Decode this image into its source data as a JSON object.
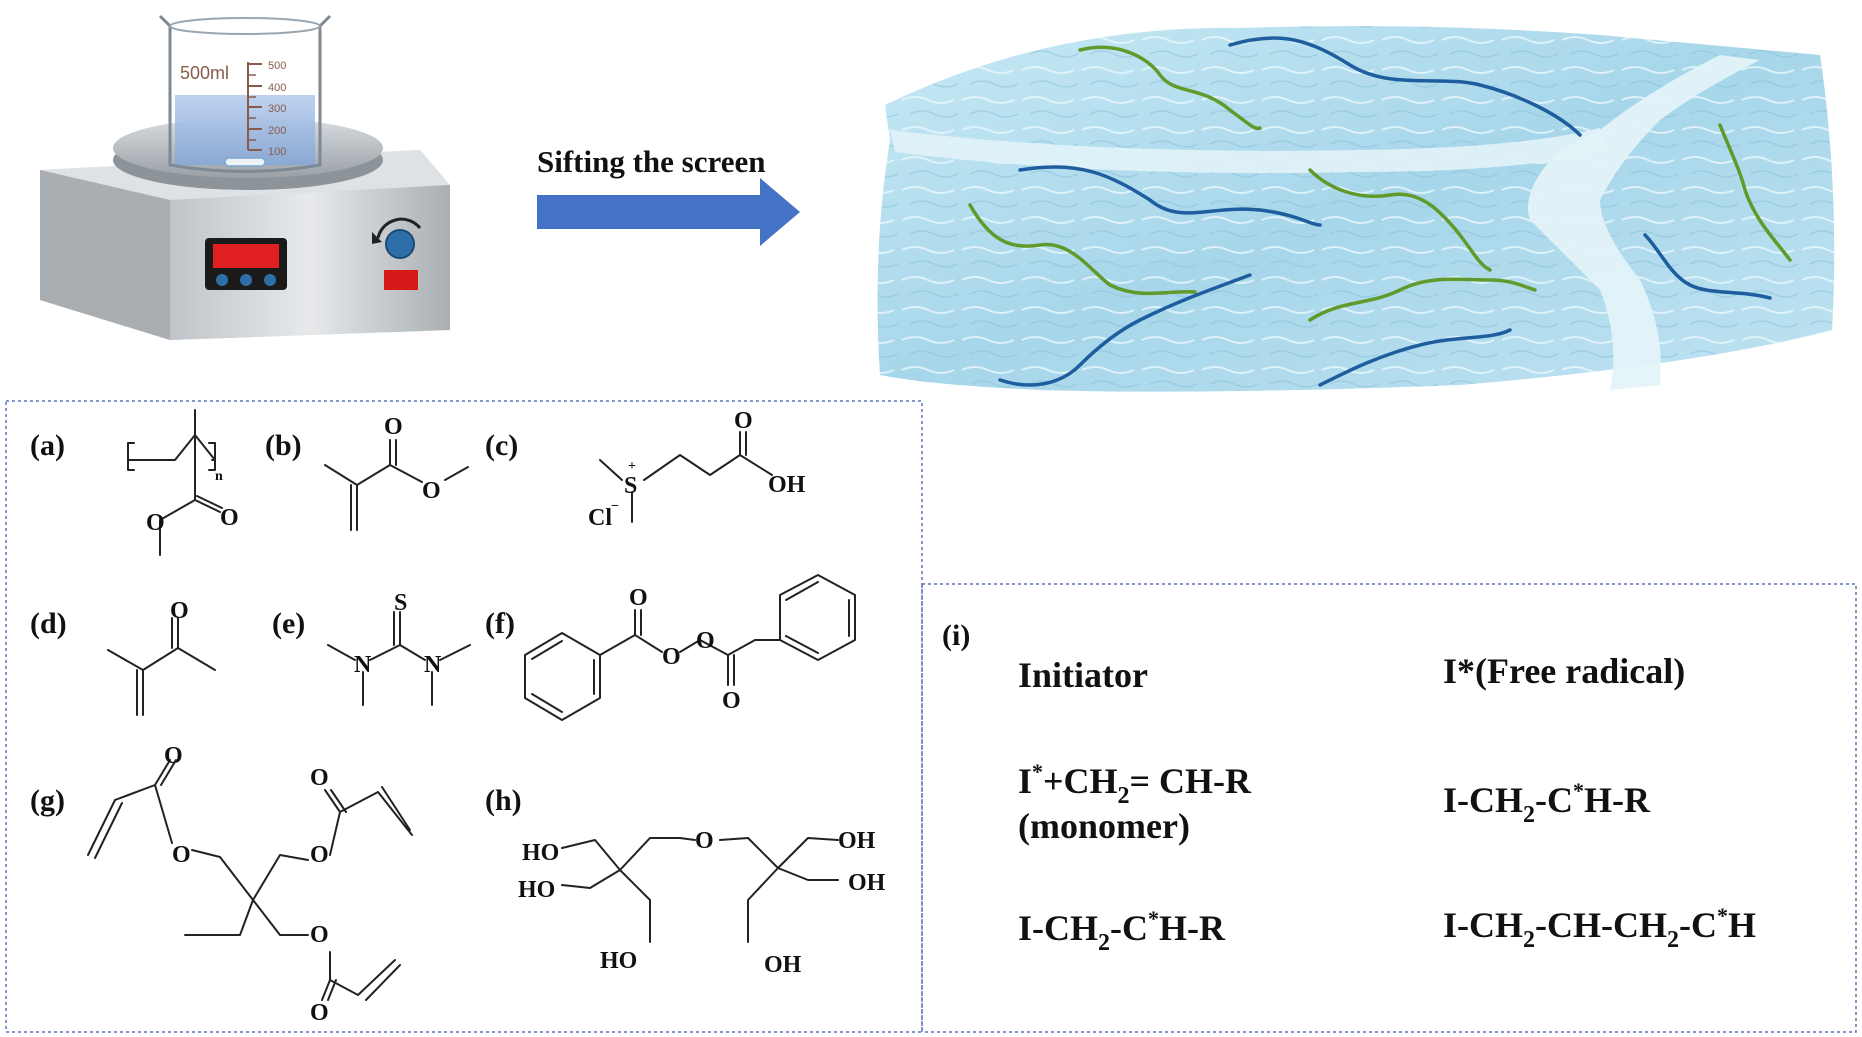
{
  "arrow_label": "Sifting the screen",
  "beaker": {
    "volume_label": "500ml",
    "scale_marks": [
      "500",
      "400",
      "300",
      "200",
      "100"
    ]
  },
  "structures": {
    "a": {
      "label": "(a)",
      "atoms": {
        "n": "n",
        "o1": "O",
        "o2": "O"
      }
    },
    "b": {
      "label": "(b)",
      "atoms": {
        "o1": "O",
        "o2": "O"
      }
    },
    "c": {
      "label": "(c)",
      "atoms": {
        "o": "O",
        "oh": "OH",
        "s": "S",
        "plus": "+",
        "cl": "Cl",
        "minus": "−"
      }
    },
    "d": {
      "label": "(d)",
      "atoms": {
        "o": "O"
      }
    },
    "e": {
      "label": "(e)",
      "atoms": {
        "s": "S",
        "n1": "N",
        "n2": "N"
      }
    },
    "f": {
      "label": "(f)",
      "atoms": {
        "o1": "O",
        "o2": "O",
        "o3": "O",
        "o4": "O"
      }
    },
    "g": {
      "label": "(g)",
      "atoms": {
        "o1": "O",
        "o2": "O",
        "o3": "O",
        "o4": "O",
        "o5": "O",
        "o6": "O"
      }
    },
    "h": {
      "label": "(h)",
      "atoms": {
        "ho1": "HO",
        "ho2": "HO",
        "ho3": "HO",
        "o": "O",
        "oh1": "OH",
        "oh2": "OH",
        "oh3": "OH"
      }
    }
  },
  "reaction": {
    "label": "(i)",
    "row1": {
      "left": "Initiator",
      "right": "I*(Free radical)"
    },
    "row2": {
      "left_a": "I",
      "left_sup": "*",
      "left_b": "+CH",
      "left_sub": "2",
      "left_c": "= CH-R",
      "left_line2": "(monomer)",
      "right_a": "I-CH",
      "right_sub": "2",
      "right_b": "-C",
      "right_sup": "*",
      "right_c": "H-R"
    },
    "row3": {
      "left_a": "I-CH",
      "left_sub": "2",
      "left_b": "-C",
      "left_sup": "*",
      "left_c": "H-R",
      "right_a": "I-CH",
      "right_sub1": "2",
      "right_b": "-CH-CH",
      "right_sub2": "2",
      "right_c": "-C",
      "right_sup": "*",
      "right_d": "H"
    }
  },
  "colors": {
    "arrow": "#4472c4",
    "panel_border": "#5b74b8",
    "display_red": "#e02020",
    "knob_blue": "#2f6fa8",
    "blue_chain": "#1f5e9e",
    "green_chain": "#5f9a2a",
    "gel": "#a9d8ea"
  }
}
